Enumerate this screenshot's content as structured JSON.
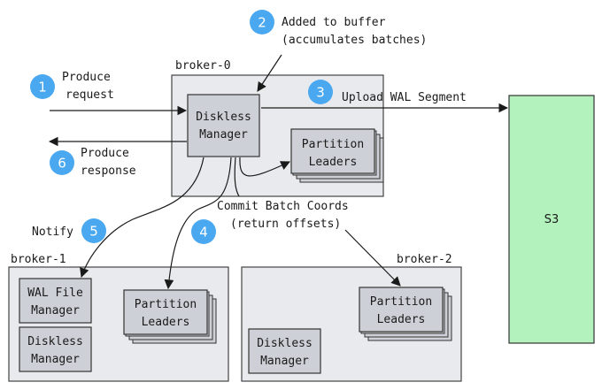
{
  "colors": {
    "broker_bg": "#e8eaed",
    "component_bg": "#cdd0d6",
    "s3_bg": "#b3f2bd",
    "badge": "#4aa8f0",
    "stroke": "#222222"
  },
  "brokers": {
    "broker0": {
      "label": "broker-0"
    },
    "broker1": {
      "label": "broker-1"
    },
    "broker2": {
      "label": "broker-2"
    }
  },
  "components": {
    "b0_diskless_manager": [
      "Diskless",
      "Manager"
    ],
    "b0_partition_leaders": [
      "Partition",
      "Leaders"
    ],
    "b1_wal_file_manager": [
      "WAL File",
      "Manager"
    ],
    "b1_diskless_manager": [
      "Diskless",
      "Manager"
    ],
    "b1_partition_leaders": [
      "Partition",
      "Leaders"
    ],
    "b2_partition_leaders": [
      "Partition",
      "Leaders"
    ],
    "b2_diskless_manager": [
      "Diskless",
      "Manager"
    ]
  },
  "storage": {
    "label": "S3"
  },
  "steps": [
    {
      "number": "1",
      "lines": [
        "Produce",
        "request"
      ]
    },
    {
      "number": "2",
      "lines": [
        "Added to buffer",
        "(accumulates batches)"
      ]
    },
    {
      "number": "3",
      "lines": [
        "Upload WAL Segment"
      ]
    },
    {
      "number": "4",
      "lines": [
        "Commit Batch Coords",
        "(return offsets)"
      ]
    },
    {
      "number": "5",
      "lines": [
        "Notify"
      ]
    },
    {
      "number": "6",
      "lines": [
        "Produce",
        "response"
      ]
    }
  ]
}
